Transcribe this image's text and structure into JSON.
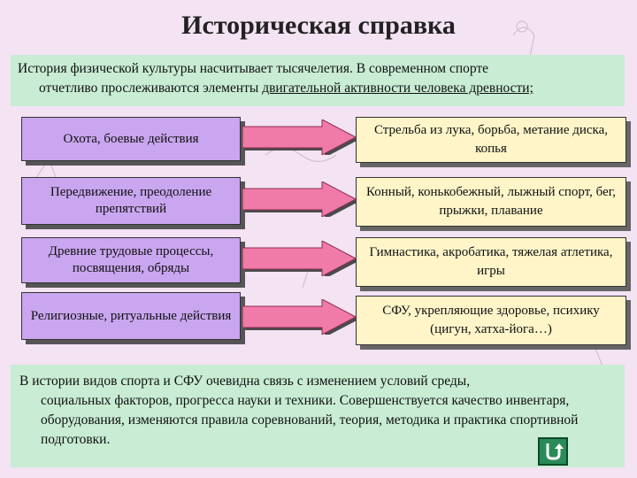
{
  "title": "Историческая справка",
  "intro": {
    "line1": "История физической культуры насчитывает тысячелетия. В современном спорте",
    "line2_plain": "отчетливо прослеживаются элементы ",
    "line2_underlined": "двигательной активности человека древности;"
  },
  "rows": [
    {
      "left": "Охота, боевые действия",
      "right": "Стрельба из лука, борьба, метание диска, копья"
    },
    {
      "left": "Передвижение, преодоление препятствий",
      "right": "Конный, конькобежный, лыжный спорт, бег, прыжки, плавание"
    },
    {
      "left": "Древние трудовые процессы, посвящения, обряды",
      "right": "Гимнастика, акробатика, тяжелая атлетика, игры"
    },
    {
      "left": "Религиозные, ритуальные действия",
      "right": "СФУ, укрепляющие здоровье, психику (цигун, хатха-йога…)"
    }
  ],
  "conclusion": {
    "line1": "В истории видов спорта и СФУ очевидна связь с изменением условий среды,",
    "rest": "социальных факторов, прогресса науки и техники. Совершенствуется качество инвентаря, оборудования, изменяются правила соревнований, теория, методика и практика спортивной подготовки."
  },
  "colors": {
    "background": "#f3e3f3",
    "note_fill": "#c8ecd4",
    "left_box_fill": "#c9a6ef",
    "right_box_fill": "#fff5c9",
    "arrow_fill": "#f07aa8",
    "return_button": "#2a8a58"
  },
  "icons": {
    "return": "return-arrow-icon",
    "background": "sport-figures-sketch"
  }
}
